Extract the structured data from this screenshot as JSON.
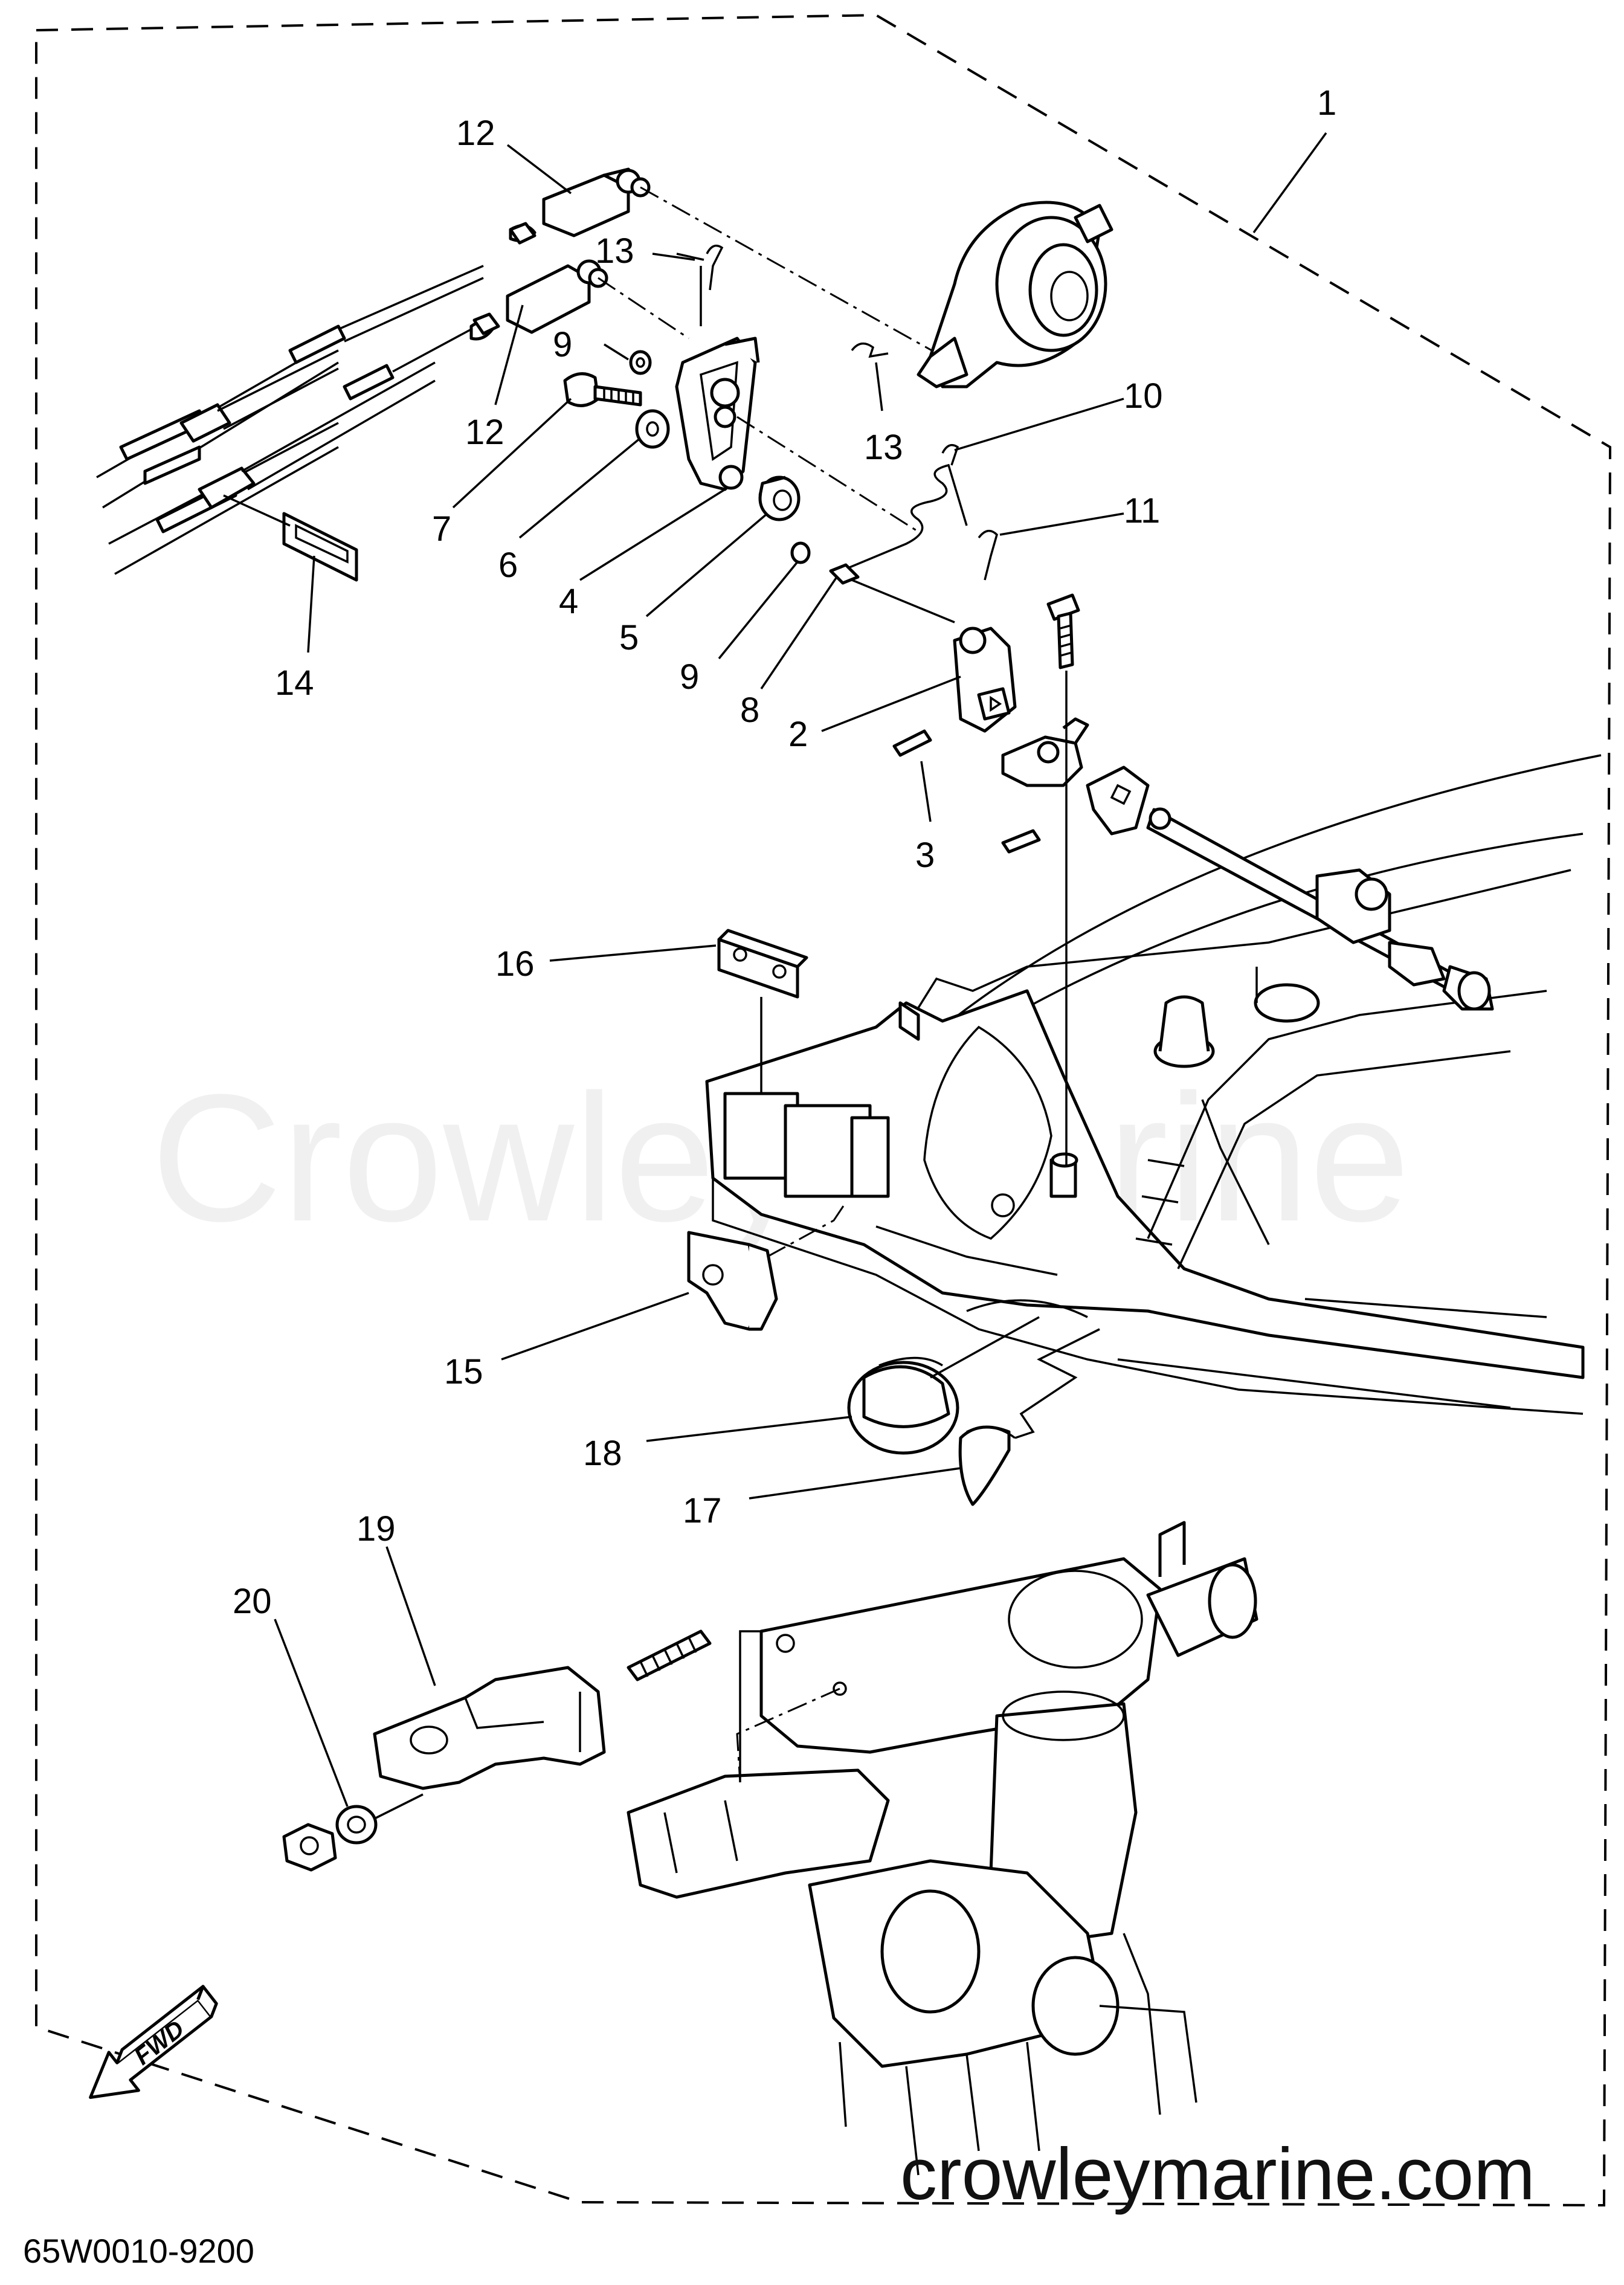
{
  "diagram": {
    "code": "65W0010-9200",
    "watermark": "Crowley Marine",
    "url": "crowleymarine.com",
    "fwd_label": "FWD",
    "callouts": [
      {
        "id": "c1",
        "label": "1"
      },
      {
        "id": "c2",
        "label": "2"
      },
      {
        "id": "c3",
        "label": "3"
      },
      {
        "id": "c4",
        "label": "4"
      },
      {
        "id": "c5",
        "label": "5"
      },
      {
        "id": "c6",
        "label": "6"
      },
      {
        "id": "c7",
        "label": "7"
      },
      {
        "id": "c8",
        "label": "8"
      },
      {
        "id": "c9a",
        "label": "9"
      },
      {
        "id": "c9b",
        "label": "9"
      },
      {
        "id": "c10",
        "label": "10"
      },
      {
        "id": "c11",
        "label": "11"
      },
      {
        "id": "c12a",
        "label": "12"
      },
      {
        "id": "c12b",
        "label": "12"
      },
      {
        "id": "c13a",
        "label": "13"
      },
      {
        "id": "c13b",
        "label": "13"
      },
      {
        "id": "c14",
        "label": "14"
      },
      {
        "id": "c15",
        "label": "15"
      },
      {
        "id": "c16",
        "label": "16"
      },
      {
        "id": "c17",
        "label": "17"
      },
      {
        "id": "c18",
        "label": "18"
      },
      {
        "id": "c19",
        "label": "19"
      },
      {
        "id": "c20",
        "label": "20"
      }
    ]
  }
}
